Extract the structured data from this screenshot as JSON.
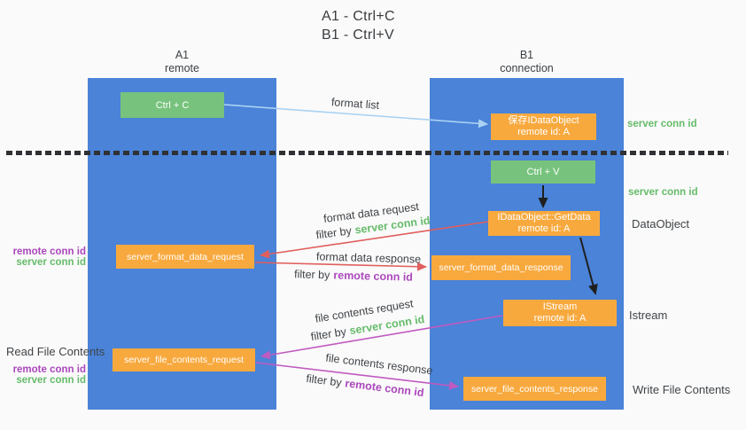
{
  "title": {
    "line1": "A1 - Ctrl+C",
    "line2": "B1 - Ctrl+V"
  },
  "lifelines": {
    "left": {
      "name": "A1",
      "role": "remote"
    },
    "right": {
      "name": "B1",
      "role": "connection"
    }
  },
  "nodes": {
    "ctrl_c": "Ctrl + C",
    "ctrl_v": "Ctrl + V",
    "save_dataobject": "保存IDataObject",
    "getdata": "IDataObject::GetData",
    "istream": "IStream",
    "remote_id": "remote id: A",
    "format_request": "server_format_data_request",
    "format_response": "server_format_data_response",
    "file_request": "server_file_contents_request",
    "file_response": "server_file_contents_response"
  },
  "labels": {
    "format_list": "format list",
    "format_data_request": "format data request",
    "format_data_response": "format data response",
    "file_contents_request": "file contents request",
    "file_contents_response": "file contents response",
    "filter_by": "filter by",
    "server_conn_id": "server conn id",
    "remote_conn_id": "remote conn id",
    "dataobject": "DataObject",
    "istream": "Istream",
    "read_file_contents": "Read File Contents",
    "write_file_contents": "Write File Contents"
  },
  "colors": {
    "background": "#fafafa",
    "lifeline_blue": "#4a83d8",
    "node_orange": "#f8a93e",
    "node_green": "#77c37d",
    "arrow_red": "#e05f5c",
    "arrow_magenta": "#c05ac0",
    "arrow_lightblue": "#aad2f2",
    "arrow_black": "#1f1f1f",
    "text_green": "#66bb6a",
    "text_purple": "#ab47bc"
  }
}
